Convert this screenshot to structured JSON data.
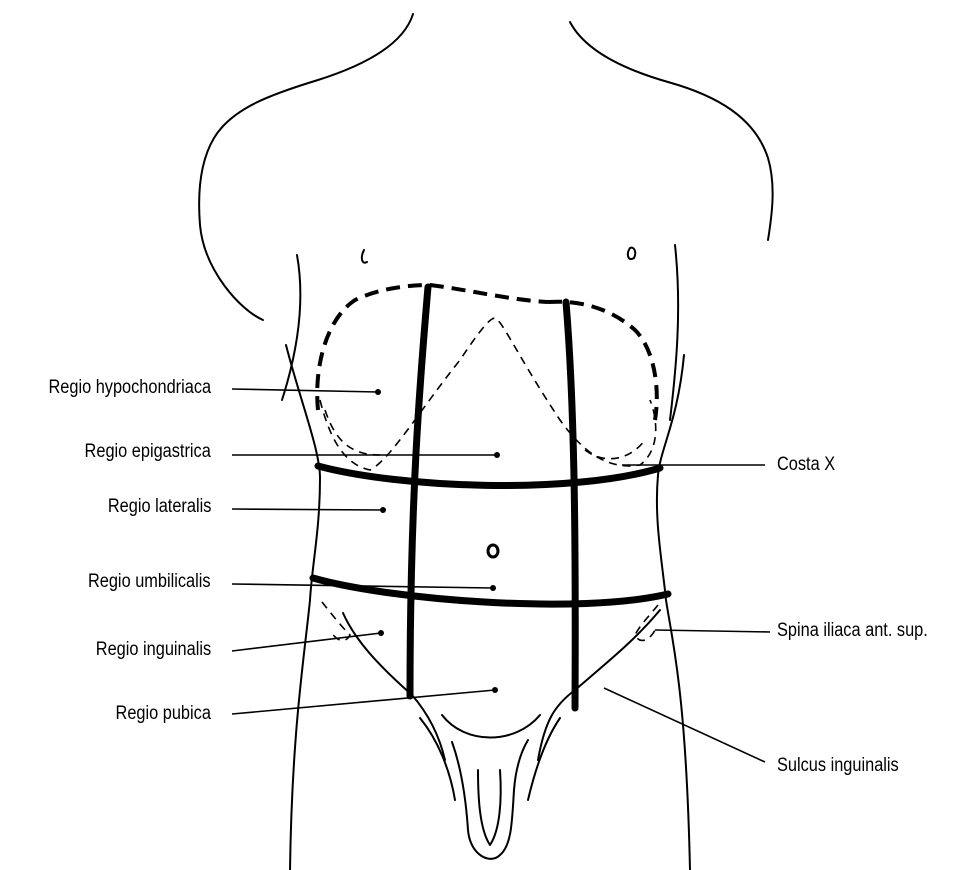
{
  "labels_left": [
    "Regio hypochondriaca",
    "Regio epigastrica",
    "Regio lateralis",
    "Regio umbilicalis",
    "Regio inguinalis",
    "Regio pubica"
  ],
  "labels_right": [
    "Costa X",
    "Spina iliaca ant. sup.",
    "Sulcus inguinalis"
  ]
}
